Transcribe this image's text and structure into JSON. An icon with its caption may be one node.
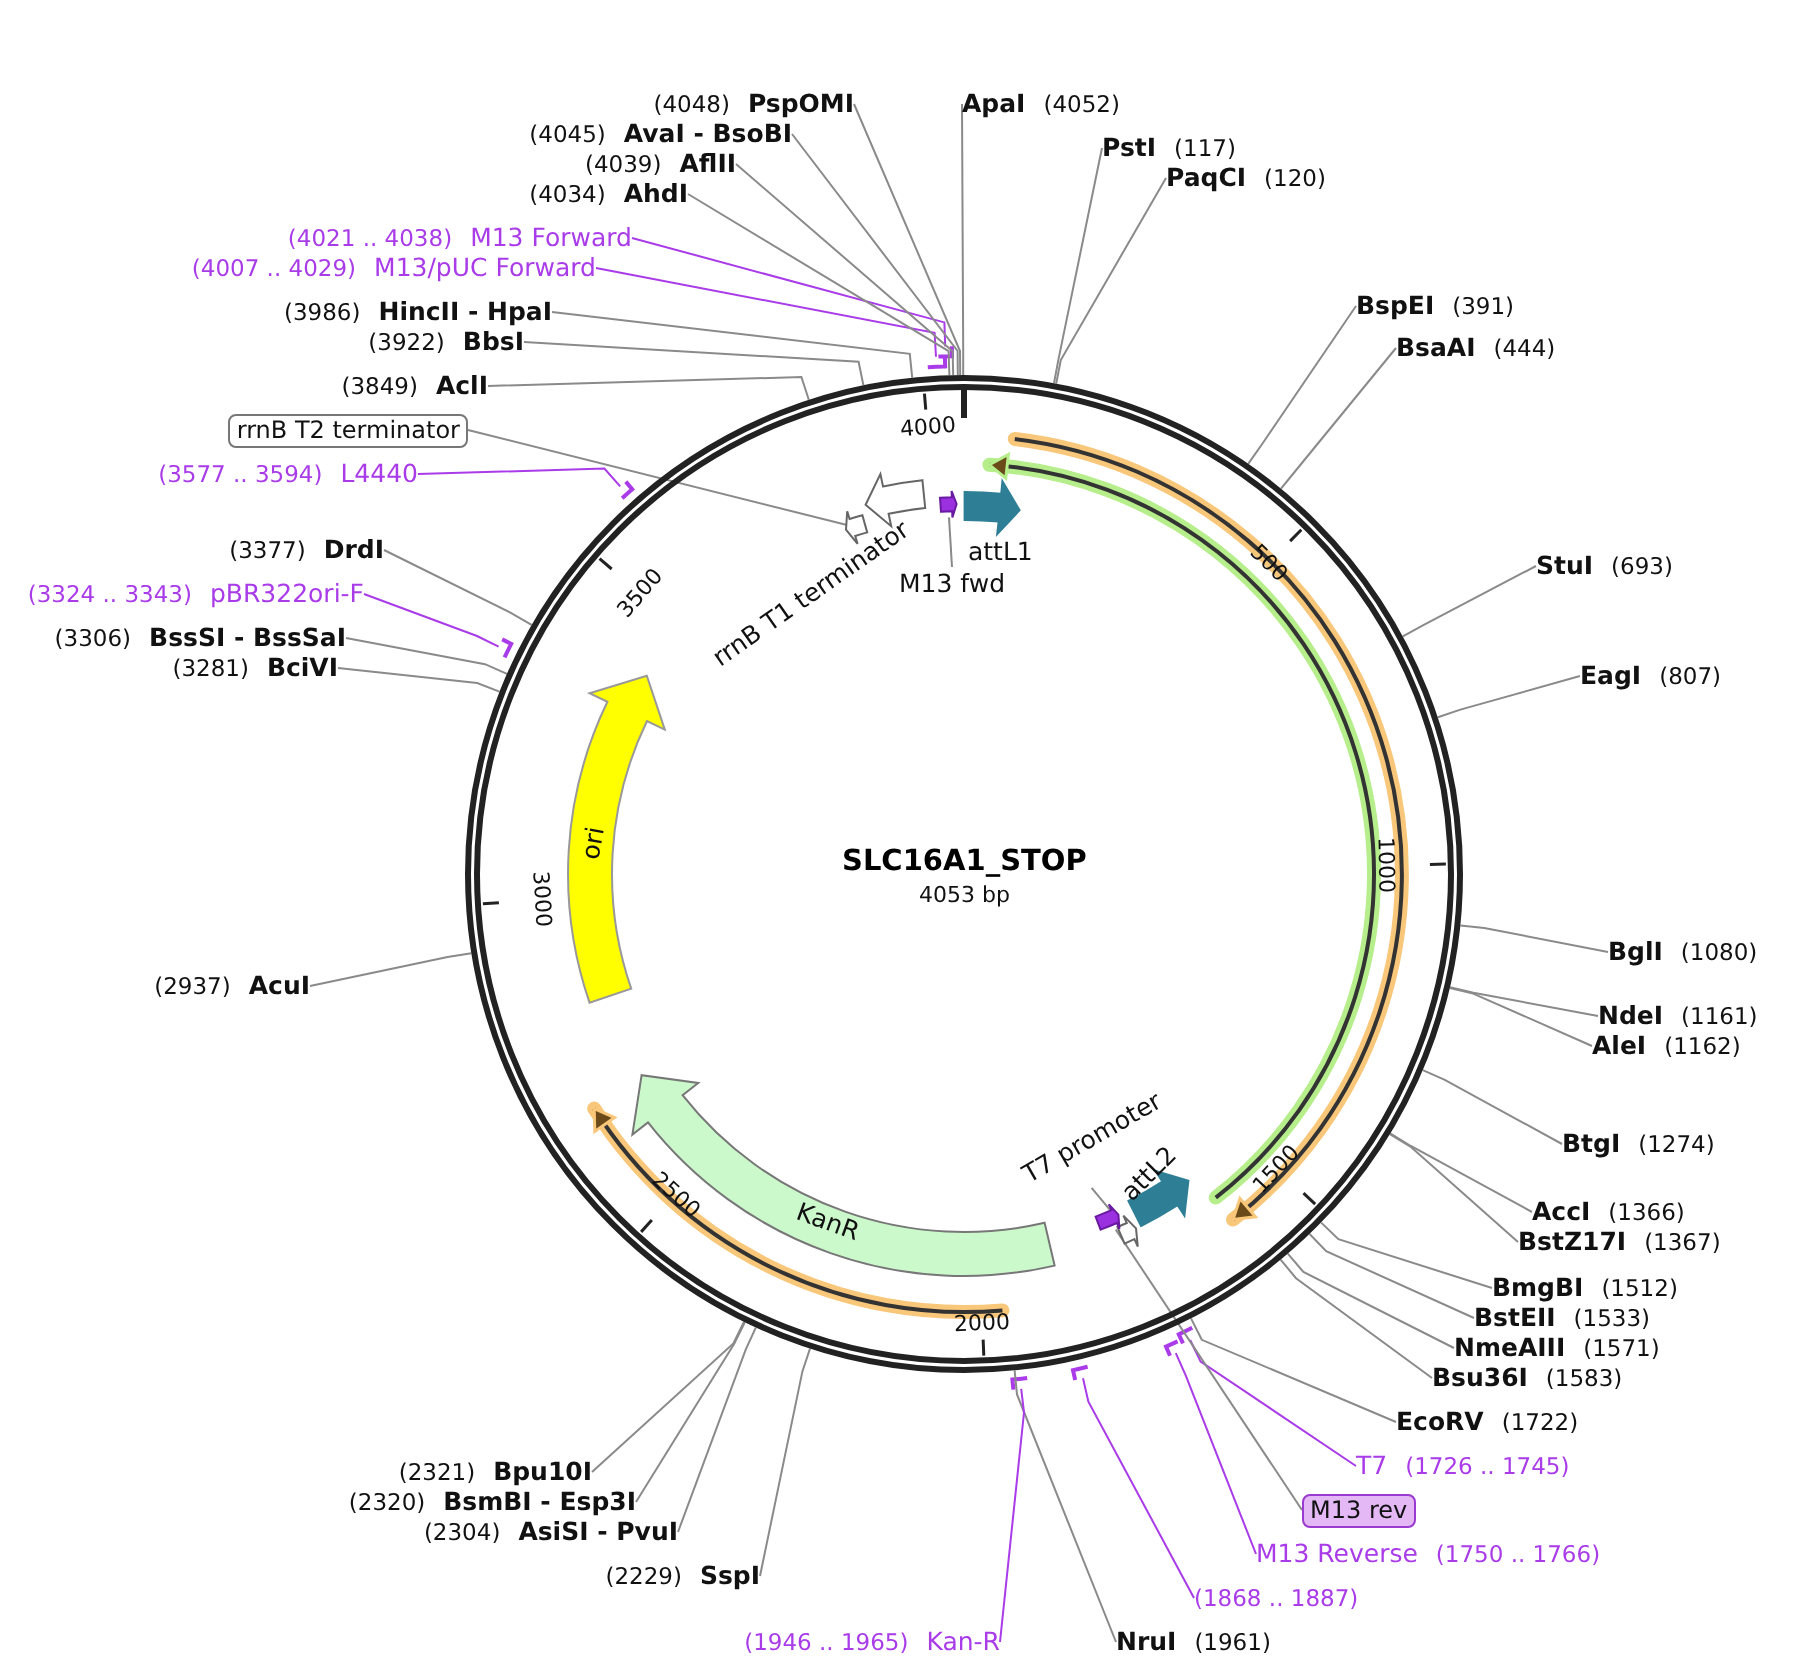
{
  "diagram": {
    "title": "SLC16A1_STOP",
    "nodes": [
      {
        "text": [
          "ApaI"
        ],
        "beside": [
          "(4052)"
        ]
      },
      {
        "text": [
          "PstI"
        ],
        "beside": [
          "(117)"
        ]
      },
      {
        "text": [
          "PaqCI"
        ],
        "beside": [
          "(120)"
        ]
      },
      {
        "text": [
          "BspEI"
        ],
        "beside": [
          "(391)"
        ]
      },
      {
        "text": [
          "BsaAI"
        ],
        "beside": [
          "(444)"
        ]
      },
      {
        "text": [
          "StuI"
        ],
        "beside": [
          "(693)"
        ]
      },
      {
        "text": [
          "EagI"
        ],
        "beside": [
          "(807)"
        ]
      },
      {
        "text": [
          "BglI"
        ],
        "beside": [
          "(1080)"
        ]
      },
      {
        "text": [
          "NdeI"
        ],
        "beside": [
          "(1161)"
        ]
      },
      {
        "text": [
          "AleI"
        ],
        "beside": [
          "(1162)"
        ]
      },
      {
        "text": [
          "BtgI"
        ],
        "beside": [
          "(1274)"
        ]
      },
      {
        "text": [
          "AccI"
        ],
        "beside": [
          "(1366)"
        ]
      },
      {
        "text": [
          "BstZ17I"
        ],
        "beside": [
          "(1367)"
        ]
      },
      {
        "text": [
          "BmgBI"
        ],
        "beside": [
          "(1512)"
        ]
      },
      {
        "text": [
          "BstEII"
        ],
        "beside": [
          "(1533)"
        ]
      },
      {
        "text": [
          "NmeAIII"
        ],
        "beside": [
          "(1571)"
        ]
      },
      {
        "text": [
          "Bsu36I"
        ],
        "beside": [
          "(1583)"
        ]
      },
      {
        "text": [
          "EcoRV"
        ],
        "beside": [
          "(1722)"
        ]
      },
      {
        "text": [
          "T7"
        ],
        "beside": [
          "(1726 .. 1745)"
        ]
      },
      {
        "text": [
          "M13 rev"
        ]
      },
      {
        "text": [
          "M13 Reverse"
        ],
        "beside": [
          "(1750 .. 1766)"
        ]
      },
      {
        "text": [
          "(1868 .. 1887)"
        ]
      },
      {
        "text": [
          "NruI"
        ],
        "beside": [
          "(1961)"
        ]
      },
      {
        "text": [
          "Kan-R"
        ],
        "beside": [
          "(1946 .. 1965)"
        ]
      },
      {
        "text": [
          "SspI"
        ],
        "beside": [
          "(2229)"
        ]
      },
      {
        "text": [
          "AsiSI - PvuI"
        ],
        "beside": [
          "(2304)"
        ]
      },
      {
        "text": [
          "BsmBI - Esp3I"
        ],
        "beside": [
          "(2320)"
        ]
      },
      {
        "text": [
          "Bpu10I"
        ],
        "beside": [
          "(2321)"
        ]
      },
      {
        "text": [
          "AcuI"
        ],
        "beside": [
          "(2937)"
        ]
      },
      {
        "text": [
          "BciVI"
        ],
        "beside": [
          "(3281)"
        ]
      },
      {
        "text": [
          "BssSI - BssSaI"
        ],
        "beside": [
          "(3306)"
        ]
      },
      {
        "text": [
          "pBR322ori-F"
        ],
        "beside": [
          "(3324 .. 3343)"
        ]
      },
      {
        "text": [
          "DrdI"
        ],
        "beside": [
          "(3377)"
        ]
      },
      {
        "text": [
          "L4440"
        ],
        "beside": [
          "(3577 .. 3594)"
        ]
      },
      {
        "text": [
          "rrnB T2 terminator"
        ]
      },
      {
        "text": [
          "AclI"
        ],
        "beside": [
          "(3849)"
        ]
      },
      {
        "text": [
          "BbsI"
        ],
        "beside": [
          "(3922)"
        ]
      },
      {
        "text": [
          "HincII - HpaI"
        ],
        "beside": [
          "(3986)"
        ]
      },
      {
        "text": [
          "M13/pUC Forward"
        ],
        "beside": [
          "(4007 .. 4029)"
        ]
      },
      {
        "text": [
          "M13 Forward"
        ],
        "beside": [
          "(4021 .. 4038)"
        ]
      },
      {
        "text": [
          "AhdI"
        ],
        "beside": [
          "(4034)"
        ]
      },
      {
        "text": [
          "AflII"
        ],
        "beside": [
          "(4039)"
        ]
      },
      {
        "text": [
          "AvaI - BsoBI"
        ],
        "beside": [
          "(4045)"
        ]
      },
      {
        "text": [
          "PspOMI"
        ],
        "beside": [
          "(4048)"
        ]
      },
      {
        "text": [],
        "shape": "circle"
      },
      {
        "text": [
          "rrnB T1 terminator"
        ],
        "in": 44
      },
      {
        "text": [
          "attL1"
        ],
        "in": 44
      },
      {
        "text": [
          "M13 fwd"
        ],
        "in": 44
      },
      {
        "text": [
          "ori"
        ],
        "in": 44
      },
      {
        "text": [
          "KanR"
        ],
        "in": 44
      },
      {
        "text": [
          "T7 promoter"
        ],
        "in": 44
      },
      {
        "text": [
          "attL2"
        ],
        "in": 44
      },
      {
        "text": [],
        "shape": "arrow",
        "in": 44
      },
      {
        "text": [],
        "shape": "arrow",
        "in": 44
      },
      {
        "text": [],
        "shape": "arrow",
        "in": 44
      },
      {
        "text": [],
        "shape": "arrow",
        "in": 44
      },
      {
        "text": [],
        "shape": "arrow",
        "in": 44
      },
      {
        "text": [],
        "shape": "arrow",
        "in": 44
      },
      {
        "text": [],
        "shape": "arrow",
        "in": 44
      }
    ],
    "edges": [
      {
        "from": 0,
        "to": 44,
        "arrow": "none"
      },
      {
        "from": 1,
        "to": 44,
        "arrow": "none"
      },
      {
        "from": 2,
        "to": 44,
        "arrow": "none"
      },
      {
        "from": 3,
        "to": 44,
        "arrow": "none"
      },
      {
        "from": 4,
        "to": 44,
        "arrow": "none"
      },
      {
        "from": 5,
        "to": 44,
        "arrow": "none"
      },
      {
        "from": 6,
        "to": 44,
        "arrow": "none"
      },
      {
        "from": 7,
        "to": 44,
        "arrow": "none"
      },
      {
        "from": 8,
        "to": 44,
        "arrow": "none"
      },
      {
        "from": 9,
        "to": 44,
        "arrow": "none"
      },
      {
        "from": 10,
        "to": 44,
        "arrow": "none"
      },
      {
        "from": 11,
        "to": 44,
        "arrow": "none"
      },
      {
        "from": 12,
        "to": 44,
        "arrow": "none"
      },
      {
        "from": 13,
        "to": 44,
        "arrow": "none"
      },
      {
        "from": 14,
        "to": 44,
        "arrow": "none"
      },
      {
        "from": 15,
        "to": 44,
        "arrow": "none"
      },
      {
        "from": 16,
        "to": 44,
        "arrow": "none"
      },
      {
        "from": 17,
        "to": 44,
        "arrow": "none"
      },
      {
        "from": 18,
        "to": 44,
        "arrow": "none",
        "color": "#a93be8"
      },
      {
        "from": 19,
        "to": 55,
        "arrow": "none"
      },
      {
        "from": 20,
        "to": 44,
        "arrow": "none",
        "color": "#a93be8"
      },
      {
        "from": 21,
        "to": 44,
        "arrow": "none",
        "color": "#a93be8"
      },
      {
        "from": 22,
        "to": 44,
        "arrow": "none"
      },
      {
        "from": 23,
        "to": 44,
        "arrow": "none",
        "color": "#a93be8"
      },
      {
        "from": 24,
        "to": 44,
        "arrow": "none"
      },
      {
        "from": 25,
        "to": 44,
        "arrow": "none"
      },
      {
        "from": 26,
        "to": 44,
        "arrow": "none"
      },
      {
        "from": 27,
        "to": 44,
        "arrow": "none"
      },
      {
        "from": 28,
        "to": 44,
        "arrow": "none"
      },
      {
        "from": 29,
        "to": 44,
        "arrow": "none"
      },
      {
        "from": 30,
        "to": 44,
        "arrow": "none"
      },
      {
        "from": 31,
        "to": 44,
        "arrow": "none",
        "color": "#a93be8"
      },
      {
        "from": 32,
        "to": 44,
        "arrow": "none"
      },
      {
        "from": 33,
        "to": 44,
        "arrow": "none",
        "color": "#a93be8"
      },
      {
        "from": 34,
        "to": 53,
        "arrow": "none"
      },
      {
        "from": 35,
        "to": 44,
        "arrow": "none"
      },
      {
        "from": 36,
        "to": 44,
        "arrow": "none"
      },
      {
        "from": 37,
        "to": 44,
        "arrow": "none"
      },
      {
        "from": 38,
        "to": 44,
        "arrow": "none",
        "color": "#a93be8"
      },
      {
        "from": 39,
        "to": 44,
        "arrow": "none",
        "color": "#a93be8"
      },
      {
        "from": 40,
        "to": 44,
        "arrow": "none"
      },
      {
        "from": 41,
        "to": 44,
        "arrow": "none"
      },
      {
        "from": 42,
        "to": 44,
        "arrow": "none"
      },
      {
        "from": 43,
        "to": 44,
        "arrow": "none"
      },
      {
        "from": 47,
        "to": 52,
        "arrow": "none"
      },
      {
        "from": 50,
        "to": 54,
        "arrow": "none"
      }
    ],
    "labels": [
      "4053 bp",
      "500",
      "1000",
      "1500",
      "2000",
      "2500",
      "3000",
      "3500",
      "4000"
    ]
  }
}
